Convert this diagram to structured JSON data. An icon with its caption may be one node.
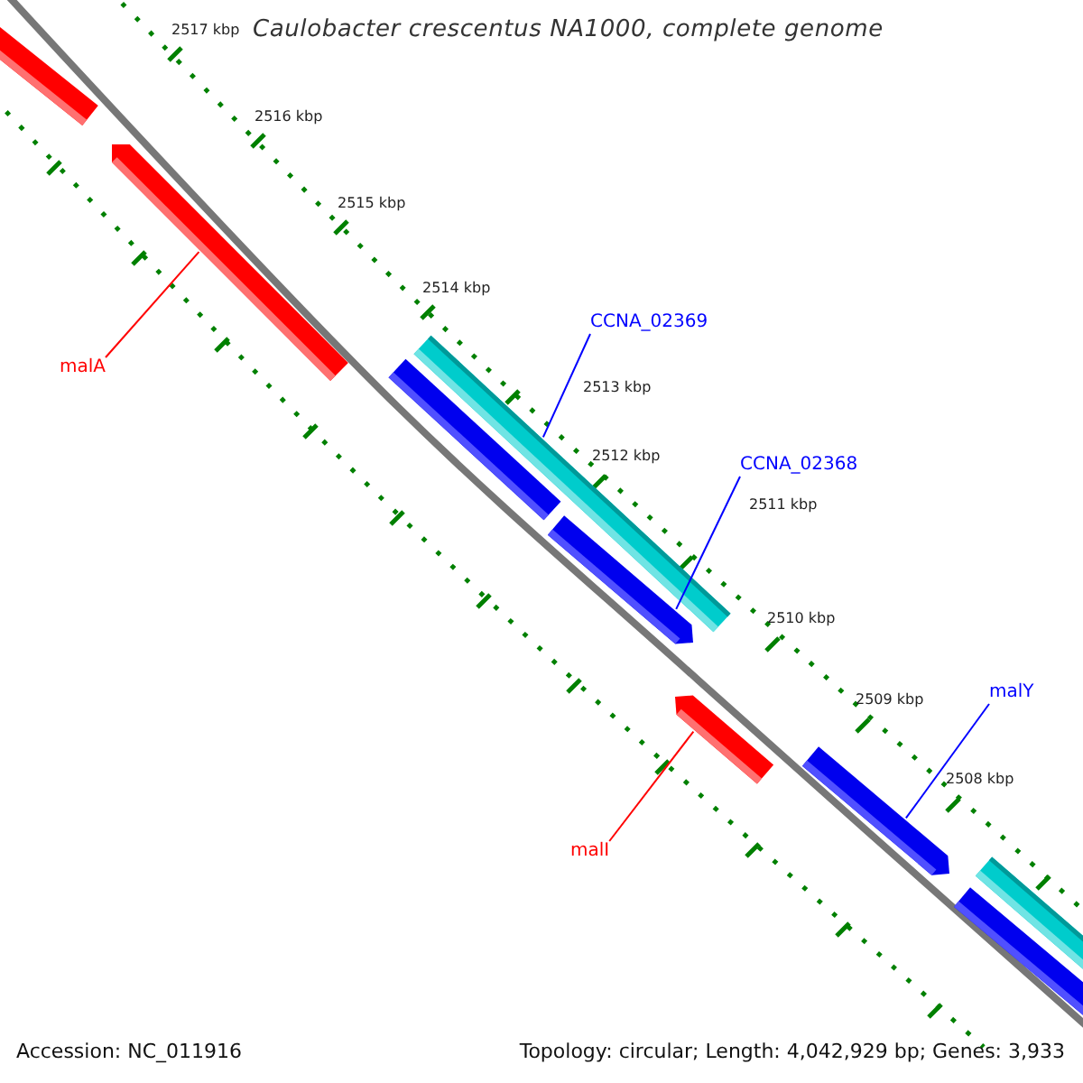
{
  "diagram": {
    "title": "Caulobacter crescentus NA1000, complete genome",
    "nodes": [
      {
        "text": [
          "malA"
        ]
      },
      {
        "text": [
          "CCNA_02369"
        ]
      },
      {
        "text": [
          "CCNA_02368"
        ]
      },
      {
        "text": [
          "malI"
        ]
      },
      {
        "text": [
          "malY"
        ]
      },
      {
        "text": [],
        "shape": "arrow"
      },
      {
        "text": [],
        "shape": "arrow"
      },
      {
        "text": [],
        "shape": "arrow"
      },
      {
        "text": [],
        "shape": "arrow"
      },
      {
        "text": [],
        "shape": "arrow"
      },
      {
        "text": [],
        "shape": "arrow"
      },
      {
        "text": [],
        "shape": "arrow"
      },
      {
        "text": [],
        "shape": "arrow"
      },
      {
        "text": [],
        "shape": "arrow"
      }
    ],
    "edges": [
      {
        "from": 0,
        "to": 6,
        "arrow": "none",
        "color": "#ff0000"
      },
      {
        "from": 1,
        "to": 7,
        "arrow": "none"
      },
      {
        "from": 2,
        "to": 9,
        "arrow": "none"
      },
      {
        "from": 3,
        "to": 10,
        "arrow": "none",
        "color": "#ff0000"
      },
      {
        "from": 4,
        "to": 11,
        "arrow": "none"
      }
    ],
    "labels": [
      "2517 kbp",
      "2516 kbp",
      "2515 kbp",
      "2514 kbp",
      "2513 kbp",
      "2512 kbp",
      "2511 kbp",
      "2510 kbp",
      "2509 kbp",
      "2508 kbp",
      "Accession: NC_011916",
      "Topology: circular; Length: 4,042,929 bp; Genes: 3,933"
    ]
  }
}
